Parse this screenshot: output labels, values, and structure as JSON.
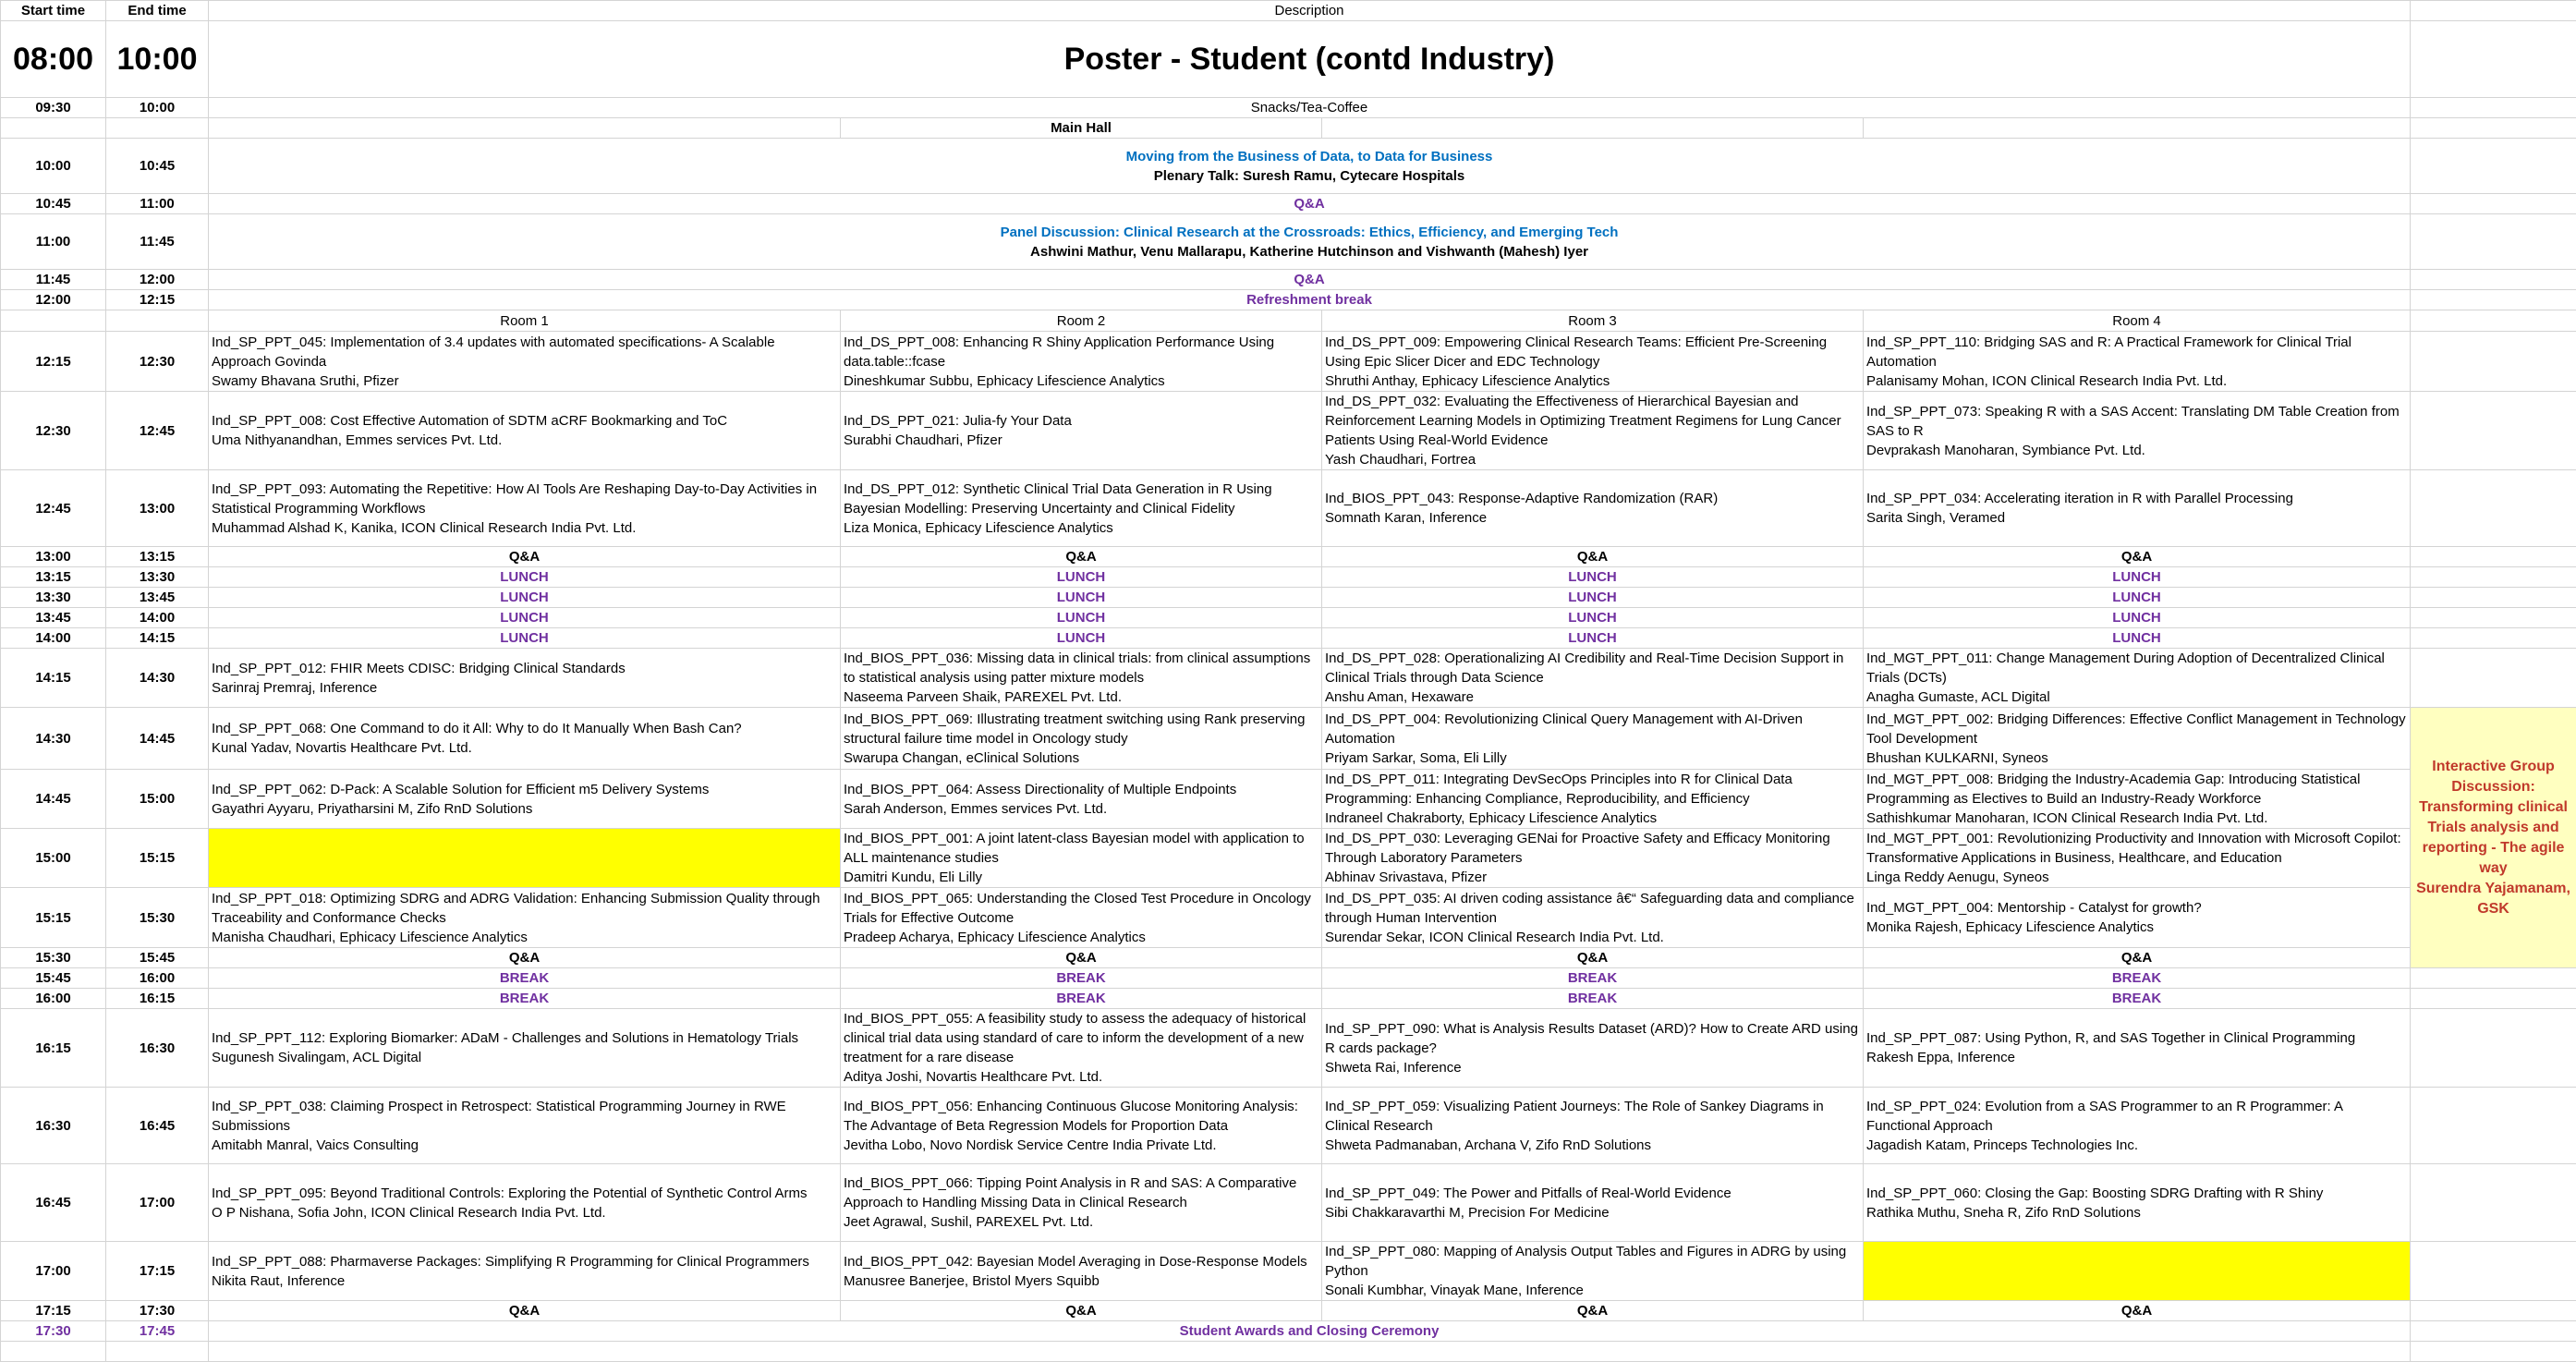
{
  "rows": [
    {
      "type": "header",
      "start": "Start time",
      "end": "End time",
      "text": "Description"
    },
    {
      "type": "poster",
      "start": "08:00",
      "end": "10:00",
      "text": "Poster - Student (contd Industry)"
    },
    {
      "type": "span",
      "start": "09:30",
      "end": "10:00",
      "text": "Snacks/Tea-Coffee",
      "style": "plain"
    },
    {
      "type": "mainhall",
      "start": "",
      "end": "",
      "text": "Main Hall"
    },
    {
      "type": "talk",
      "start": "10:00",
      "end": "10:45",
      "title": "Moving from the Business of Data, to Data for Business",
      "authors": "Plenary Talk: Suresh Ramu, Cytecare Hospitals"
    },
    {
      "type": "span",
      "start": "10:45",
      "end": "11:00",
      "text": "Q&A",
      "style": "purple"
    },
    {
      "type": "talk",
      "start": "11:00",
      "end": "11:45",
      "title": "Panel Discussion: Clinical Research at the Crossroads: Ethics, Efficiency, and Emerging Tech",
      "authors": "Ashwini Mathur, Venu Mallarapu, Katherine Hutchinson and Vishwanth (Mahesh) Iyer"
    },
    {
      "type": "span",
      "start": "11:45",
      "end": "12:00",
      "text": "Q&A",
      "style": "purple"
    },
    {
      "type": "span",
      "start": "12:00",
      "end": "12:15",
      "text": "Refreshment break",
      "style": "purple"
    },
    {
      "type": "rooms",
      "start": "",
      "end": "",
      "labels": [
        "Room 1",
        "Room 2",
        "Room 3",
        "Room 4"
      ]
    },
    {
      "type": "sessions",
      "start": "12:15",
      "end": "12:30",
      "cells": [
        {
          "title": "Ind_SP_PPT_045: Implementation of 3.4 updates with automated specifications- A Scalable Approach Govinda",
          "authors": "Swamy Bhavana Sruthi, Pfizer"
        },
        {
          "title": "Ind_DS_PPT_008: Enhancing R Shiny Application Performance Using data.table::fcase",
          "authors": "Dineshkumar Subbu, Ephicacy Lifescience Analytics"
        },
        {
          "title": "Ind_DS_PPT_009: Empowering Clinical Research Teams: Efficient Pre-Screening Using Epic Slicer Dicer and EDC Technology",
          "authors": "Shruthi Anthay, Ephicacy Lifescience Analytics"
        },
        {
          "title": "Ind_SP_PPT_110: Bridging SAS and R: A Practical Framework for Clinical Trial Automation",
          "authors": "Palanisamy Mohan, ICON Clinical Research India Pvt. Ltd."
        }
      ]
    },
    {
      "type": "sessions",
      "start": "12:30",
      "end": "12:45",
      "cells": [
        {
          "title": "Ind_SP_PPT_008: Cost Effective Automation of SDTM aCRF Bookmarking and ToC",
          "authors": "Uma Nithyanandhan, Emmes services Pvt. Ltd."
        },
        {
          "title": "Ind_DS_PPT_021: Julia-fy Your Data",
          "authors": "Surabhi Chaudhari, Pfizer"
        },
        {
          "title": "Ind_DS_PPT_032: Evaluating the Effectiveness of Hierarchical Bayesian and Reinforcement Learning Models in Optimizing Treatment Regimens for Lung Cancer Patients Using Real-World Evidence",
          "authors": "Yash Chaudhari, Fortrea"
        },
        {
          "title": "Ind_SP_PPT_073: Speaking R with a SAS Accent: Translating DM Table Creation from SAS to R",
          "authors": "Devprakash Manoharan, Symbiance Pvt. Ltd."
        }
      ]
    },
    {
      "type": "sessions",
      "start": "12:45",
      "end": "13:00",
      "cells": [
        {
          "title": "Ind_SP_PPT_093: Automating the Repetitive: How AI Tools Are Reshaping Day-to-Day Activities in Statistical Programming Workflows",
          "authors": "Muhammad Alshad K, Kanika, ICON Clinical Research India Pvt. Ltd."
        },
        {
          "title": "Ind_DS_PPT_012: Synthetic Clinical Trial Data Generation in R Using Bayesian Modelling: Preserving Uncertainty and Clinical Fidelity",
          "authors": "Liza Monica, Ephicacy Lifescience Analytics"
        },
        {
          "title": "Ind_BIOS_PPT_043: Response-Adaptive Randomization (RAR)",
          "authors": "Somnath Karan, Inference"
        },
        {
          "title": "Ind_SP_PPT_034: Accelerating iteration in R with Parallel Processing",
          "authors": "Sarita Singh, Veramed"
        }
      ]
    },
    {
      "type": "allrooms",
      "start": "13:00",
      "end": "13:15",
      "text": "Q&A",
      "style": "bold"
    },
    {
      "type": "allrooms",
      "start": "13:15",
      "end": "13:30",
      "text": "LUNCH",
      "style": "purple"
    },
    {
      "type": "allrooms",
      "start": "13:30",
      "end": "13:45",
      "text": "LUNCH",
      "style": "purple"
    },
    {
      "type": "allrooms",
      "start": "13:45",
      "end": "14:00",
      "text": "LUNCH",
      "style": "purple"
    },
    {
      "type": "allrooms",
      "start": "14:00",
      "end": "14:15",
      "text": "LUNCH",
      "style": "purple"
    },
    {
      "type": "sessions",
      "start": "14:15",
      "end": "14:30",
      "cells": [
        {
          "title": "Ind_SP_PPT_012: FHIR Meets CDISC: Bridging Clinical Standards",
          "authors": "Sarinraj Premraj, Inference"
        },
        {
          "title": "Ind_BIOS_PPT_036: Missing data in clinical trials: from clinical assumptions to statistical analysis using patter mixture models",
          "authors": "Naseema Parveen Shaik, PAREXEL Pvt. Ltd."
        },
        {
          "title": "Ind_DS_PPT_028: Operationalizing AI Credibility and Real-Time Decision Support in Clinical Trials through Data Science",
          "authors": "Anshu Aman, Hexaware"
        },
        {
          "title": "Ind_MGT_PPT_011: Change Management During Adoption of Decentralized Clinical Trials (DCTs)",
          "authors": "Anagha Gumaste, ACL Digital"
        }
      ]
    },
    {
      "type": "sessions",
      "start": "14:30",
      "end": "14:45",
      "cells": [
        {
          "title": "Ind_SP_PPT_068: One Command to do it All: Why to do It Manually When Bash Can?",
          "authors": "Kunal Yadav, Novartis Healthcare Pvt. Ltd."
        },
        {
          "title": "Ind_BIOS_PPT_069: Illustrating treatment switching using Rank preserving structural failure time model in Oncology study",
          "authors": "Swarupa Changan, eClinical Solutions"
        },
        {
          "title": "Ind_DS_PPT_004: Revolutionizing Clinical Query Management with AI-Driven Automation",
          "authors": "Priyam Sarkar, Soma, Eli Lilly"
        },
        {
          "title": "Ind_MGT_PPT_002: Bridging Differences: Effective Conflict Management in Technology Tool Development",
          "authors": "Bhushan KULKARNI, Syneos"
        }
      ]
    },
    {
      "type": "sessions",
      "start": "14:45",
      "end": "15:00",
      "cells": [
        {
          "title": "Ind_SP_PPT_062: D-Pack: A Scalable Solution for Efficient m5 Delivery Systems",
          "authors": "Gayathri Ayyaru, Priyatharsini M, Zifo RnD Solutions"
        },
        {
          "title": "Ind_BIOS_PPT_064: Assess Directionality of Multiple Endpoints",
          "authors": "Sarah Anderson, Emmes services Pvt. Ltd."
        },
        {
          "title": "Ind_DS_PPT_011: Integrating DevSecOps Principles into R for Clinical Data Programming: Enhancing Compliance, Reproducibility, and Efficiency",
          "authors": "Indraneel Chakraborty, Ephicacy Lifescience Analytics"
        },
        {
          "title": "Ind_MGT_PPT_008: Bridging the Industry-Academia Gap: Introducing Statistical Programming as Electives to Build an Industry-Ready Workforce",
          "authors": "Sathishkumar Manoharan, ICON Clinical Research India Pvt. Ltd."
        }
      ]
    },
    {
      "type": "sessions",
      "start": "15:00",
      "end": "15:15",
      "cells": [
        null,
        {
          "title": "Ind_BIOS_PPT_001: A joint latent-class Bayesian model with application to ALL maintenance studies",
          "authors": "Damitri Kundu, Eli Lilly"
        },
        {
          "title": "Ind_DS_PPT_030: Leveraging GENai for Proactive Safety and Efficacy Monitoring Through Laboratory Parameters",
          "authors": "Abhinav Srivastava, Pfizer"
        },
        {
          "title": "Ind_MGT_PPT_001: Revolutionizing Productivity and Innovation with Microsoft Copilot: Transformative Applications in Business, Healthcare, and Education",
          "authors": "Linga Reddy Aenugu, Syneos"
        }
      ]
    },
    {
      "type": "sessions",
      "start": "15:15",
      "end": "15:30",
      "cells": [
        {
          "title": "Ind_SP_PPT_018: Optimizing SDRG and ADRG Validation: Enhancing Submission Quality through Traceability and Conformance Checks",
          "authors": "Manisha Chaudhari, Ephicacy Lifescience Analytics"
        },
        {
          "title": "Ind_BIOS_PPT_065: Understanding the Closed Test Procedure in Oncology Trials for Effective Outcome",
          "authors": "Pradeep Acharya, Ephicacy Lifescience Analytics"
        },
        {
          "title": "Ind_DS_PPT_035: AI driven coding assistance â€“ Safeguarding data and compliance through Human Intervention",
          "authors": "Surendar Sekar, ICON Clinical Research India Pvt. Ltd."
        },
        {
          "title": "Ind_MGT_PPT_004: Mentorship - Catalyst for growth?",
          "authors": "Monika Rajesh, Ephicacy Lifescience Analytics"
        }
      ]
    },
    {
      "type": "allrooms",
      "start": "15:30",
      "end": "15:45",
      "text": "Q&A",
      "style": "bold"
    },
    {
      "type": "allrooms",
      "start": "15:45",
      "end": "16:00",
      "text": "BREAK",
      "style": "purple"
    },
    {
      "type": "allrooms",
      "start": "16:00",
      "end": "16:15",
      "text": "BREAK",
      "style": "purple"
    },
    {
      "type": "sessions",
      "start": "16:15",
      "end": "16:30",
      "cells": [
        {
          "title": "Ind_SP_PPT_112: Exploring Biomarker: ADaM - Challenges and Solutions in Hematology Trials",
          "authors": "Sugunesh Sivalingam, ACL Digital"
        },
        {
          "title": "Ind_BIOS_PPT_055: A feasibility study to assess the adequacy of historical clinical trial data using standard of care to inform the development of a new treatment for a rare disease",
          "authors": "Aditya Joshi, Novartis Healthcare Pvt. Ltd."
        },
        {
          "title": "Ind_SP_PPT_090: What is Analysis Results Dataset (ARD)? How to Create ARD using R cards package?",
          "authors": "Shweta Rai, Inference"
        },
        {
          "title": "Ind_SP_PPT_087: Using Python, R, and SAS Together in Clinical Programming",
          "authors": "Rakesh Eppa, Inference"
        }
      ]
    },
    {
      "type": "sessions",
      "start": "16:30",
      "end": "16:45",
      "cells": [
        {
          "title": "Ind_SP_PPT_038: Claiming Prospect in Retrospect: Statistical Programming Journey in RWE Submissions",
          "authors": "Amitabh Manral, Vaics Consulting"
        },
        {
          "title": "Ind_BIOS_PPT_056: Enhancing Continuous Glucose Monitoring Analysis: The Advantage of Beta Regression Models for Proportion Data",
          "authors": "Jevitha Lobo, Novo Nordisk Service Centre India Private Ltd."
        },
        {
          "title": "Ind_SP_PPT_059: Visualizing Patient Journeys: The Role of Sankey Diagrams in Clinical Research",
          "authors": "Shweta Padmanaban, Archana V, Zifo RnD Solutions"
        },
        {
          "title": "Ind_SP_PPT_024: Evolution from a SAS Programmer to an R Programmer: A Functional Approach",
          "authors": "Jagadish Katam, Princeps Technologies Inc."
        }
      ]
    },
    {
      "type": "sessions",
      "start": "16:45",
      "end": "17:00",
      "cells": [
        {
          "title": "Ind_SP_PPT_095: Beyond Traditional Controls: Exploring the Potential of Synthetic Control Arms",
          "authors": "O P Nishana, Sofia John, ICON Clinical Research India Pvt. Ltd."
        },
        {
          "title": "Ind_BIOS_PPT_066: Tipping Point Analysis in R and SAS: A Comparative Approach to Handling Missing Data in Clinical Research",
          "authors": "Jeet Agrawal, Sushil, PAREXEL Pvt. Ltd."
        },
        {
          "title": "Ind_SP_PPT_049: The Power and Pitfalls of Real-World Evidence",
          "authors": "Sibi Chakkaravarthi M, Precision For Medicine"
        },
        {
          "title": "Ind_SP_PPT_060: Closing the Gap: Boosting SDRG Drafting with R Shiny",
          "authors": "Rathika Muthu, Sneha R, Zifo RnD Solutions"
        }
      ]
    },
    {
      "type": "sessions",
      "start": "17:00",
      "end": "17:15",
      "cells": [
        {
          "title": "Ind_SP_PPT_088: Pharmaverse Packages: Simplifying R Programming for Clinical Programmers",
          "authors": "Nikita Raut, Inference"
        },
        {
          "title": "Ind_BIOS_PPT_042: Bayesian Model Averaging in Dose-Response Models",
          "authors": "Manusree Banerjee, Bristol Myers Squibb"
        },
        {
          "title": "Ind_SP_PPT_080: Mapping of Analysis Output Tables and Figures in ADRG by using Python",
          "authors": "Sonali Kumbhar, Vinayak Mane, Inference"
        },
        null
      ]
    },
    {
      "type": "allrooms",
      "start": "17:15",
      "end": "17:30",
      "text": "Q&A",
      "style": "bold"
    },
    {
      "type": "span",
      "start": "17:30",
      "end": "17:45",
      "text": "Student Awards and Closing Ceremony",
      "style": "purple",
      "time_style": "purple"
    },
    {
      "type": "empty",
      "start": "",
      "end": ""
    }
  ],
  "side_session": {
    "title": "Interactive Group Discussion: Transforming clinical Trials analysis and reporting - The agile way",
    "authors": "Surendra Yajamanam, GSK"
  },
  "colors": {
    "purple": "#7030a0",
    "blue": "#0070c0",
    "highlight": "#ffff00",
    "side_bg": "#ffffc0",
    "side_text": "#c0392b"
  }
}
